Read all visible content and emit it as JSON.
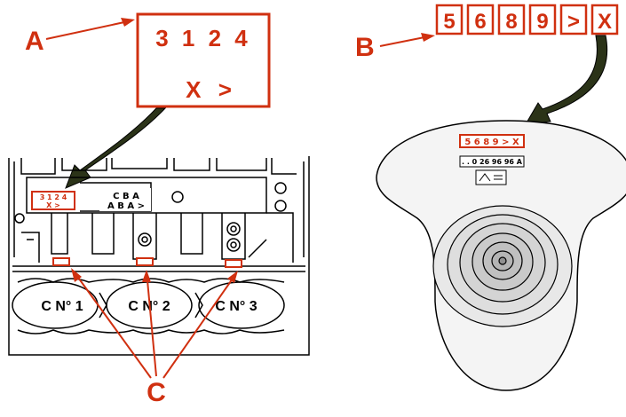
{
  "callouts": {
    "a": "A",
    "b": "B",
    "c": "C"
  },
  "code_box_a": {
    "line1": "3 1 2 4",
    "line2": "X >"
  },
  "code_b": [
    "5",
    "6",
    "8",
    "9",
    ">",
    "X"
  ],
  "block": {
    "stamp_red": {
      "line1": "3 1 2 4",
      "line2": "X >"
    },
    "stamp_black": {
      "line1": "C B A",
      "line2": "A B A >"
    },
    "cylinders": [
      "C N° 1",
      "C N° 2",
      "C N° 3"
    ]
  },
  "crank": {
    "red_code": "5 6 8 9 > X",
    "part_number": ". . 0 26 96 96 A"
  },
  "colors": {
    "accent": "#d03010",
    "arrow_fill": "#2b3318",
    "line": "#000000"
  }
}
